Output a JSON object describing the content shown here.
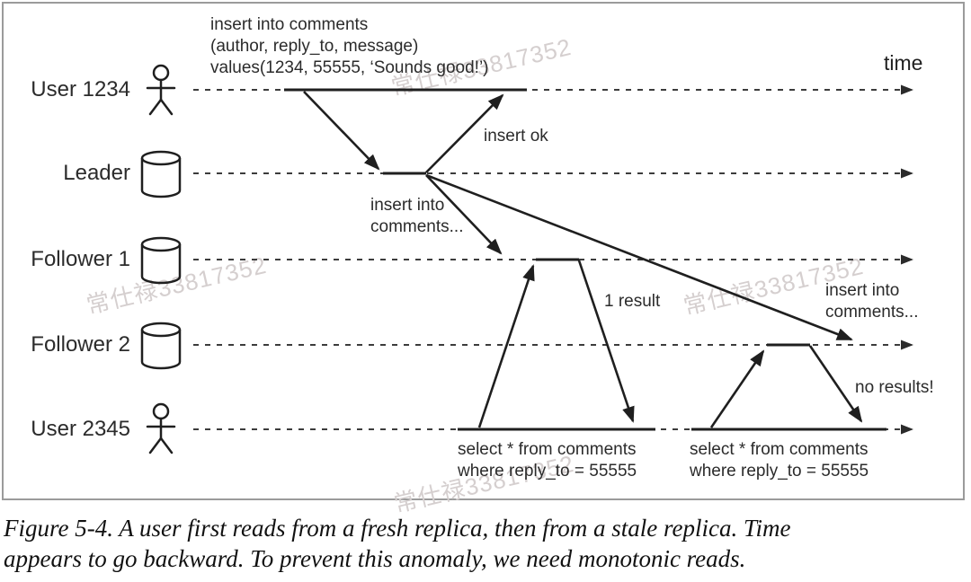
{
  "watermark": {
    "text": "常仕禄33817352"
  },
  "header": {
    "time_label": "time"
  },
  "rows": [
    {
      "label": "User 1234",
      "icon": "person"
    },
    {
      "label": "Leader",
      "icon": "database"
    },
    {
      "label": "Follower 1",
      "icon": "database"
    },
    {
      "label": "Follower 2",
      "icon": "database"
    },
    {
      "label": "User 2345",
      "icon": "person"
    }
  ],
  "annotations": {
    "insert_query": "insert into comments\n(author, reply_to, message)\nvalues(1234, 55555, ‘Sounds good!’)",
    "insert_ok": "insert ok",
    "replicate_left": "insert into\ncomments...",
    "one_result": "1 result",
    "replicate_right": "insert into\ncomments...",
    "no_results": "no results!",
    "select_query_1": "select * from comments\nwhere reply_to = 55555",
    "select_query_2": "select * from comments\nwhere reply_to = 55555"
  },
  "caption": "Figure 5-4. A user first reads from a fresh replica, then from a stale replica. Time\nappears to go backward. To prevent this anomaly, we need monotonic reads."
}
